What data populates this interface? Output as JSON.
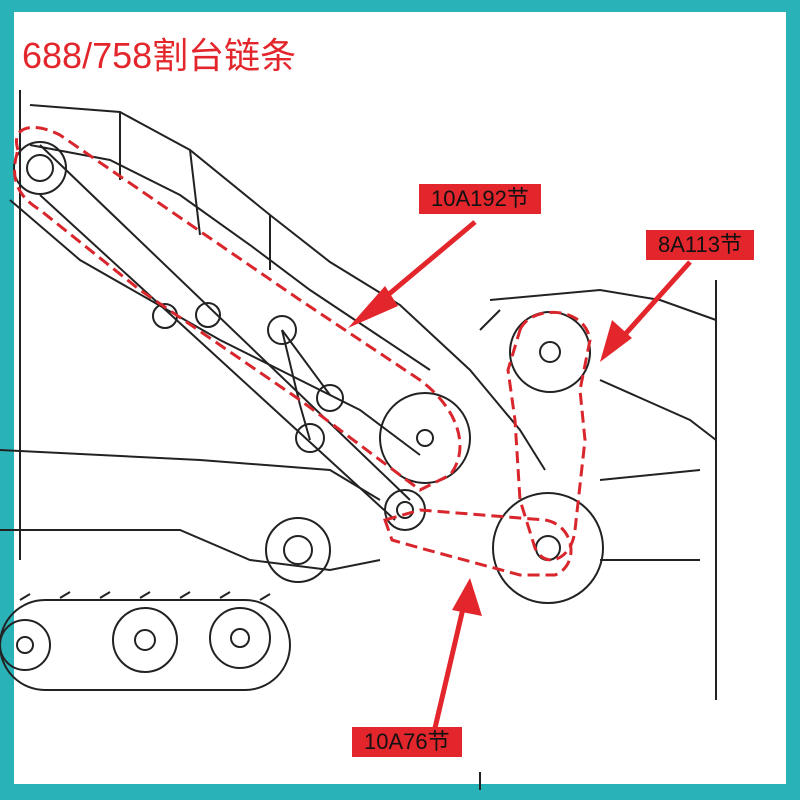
{
  "title": "688/758割台链条",
  "callouts": {
    "chain_long": "10A192节",
    "chain_upper": "8A113节",
    "chain_lower": "10A76节"
  },
  "colors": {
    "frame": "#29b3b8",
    "callout": "#e3262c",
    "title": "#e3262c",
    "chain_path": "#d9262c",
    "line_art": "#222222"
  }
}
